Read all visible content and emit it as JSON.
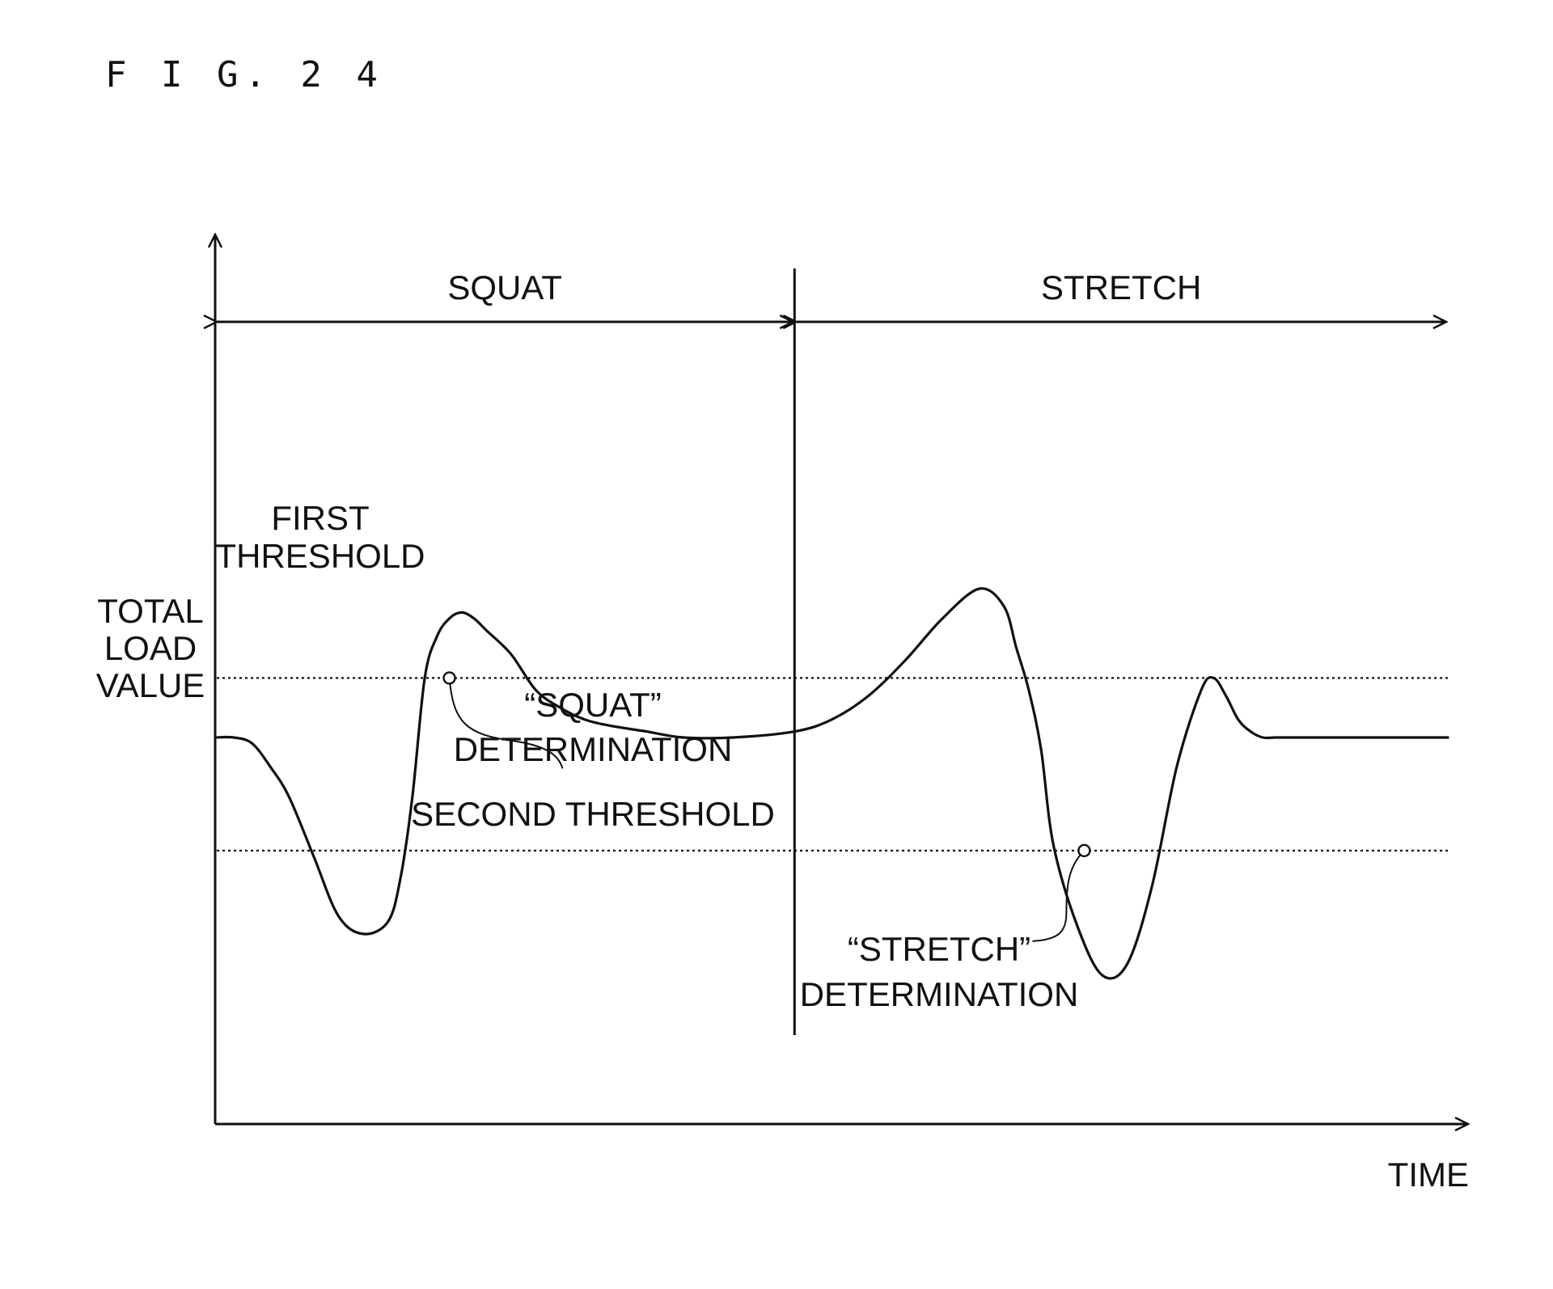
{
  "figure": {
    "label": "F I G. 2 4"
  },
  "chart_data": {
    "type": "line",
    "title": "F I G. 2 4",
    "xlabel": "TIME",
    "ylabel": "TOTAL LOAD VALUE",
    "xlim": [
      0,
      100
    ],
    "ylim": [
      0,
      100
    ],
    "grid": false,
    "legend": "none",
    "phases": [
      {
        "label": "SQUAT",
        "from": 0,
        "to": 47
      },
      {
        "label": "STRETCH",
        "from": 47,
        "to": 100
      }
    ],
    "phase_boundary_x": 47,
    "thresholds": [
      {
        "label": "FIRST THRESHOLD",
        "lines": [
          "FIRST",
          "THRESHOLD"
        ],
        "value": 60
      },
      {
        "label": "SECOND THRESHOLD",
        "lines": [
          "SECOND THRESHOLD"
        ],
        "value": 31
      }
    ],
    "series": [
      {
        "x": [
          0,
          1.5,
          3,
          4.5,
          6,
          8,
          10,
          12,
          14,
          15,
          16,
          17,
          18,
          19,
          20,
          21,
          22,
          24,
          26,
          28,
          30,
          32,
          35,
          38,
          42,
          47,
          50,
          53,
          56,
          59,
          62,
          64,
          65,
          66,
          67,
          68,
          70,
          72,
          74,
          76,
          78,
          80,
          81,
          82,
          83,
          84,
          85,
          86,
          87,
          88,
          90,
          92,
          95,
          98,
          100
        ],
        "y": [
          50,
          50,
          49,
          45,
          40,
          30,
          20,
          17,
          19,
          26,
          40,
          60,
          67,
          70,
          71,
          70,
          68,
          64,
          58,
          55,
          53,
          52,
          51,
          50,
          50,
          51,
          53,
          57,
          63,
          70,
          75,
          72,
          65,
          58,
          48,
          32,
          18,
          10,
          12,
          25,
          45,
          58,
          60,
          57,
          53,
          51,
          50,
          50,
          50,
          50,
          50,
          50,
          50,
          50,
          50
        ]
      }
    ],
    "annotations": [
      {
        "text": [
          "“SQUAT”",
          "DETERMINATION"
        ],
        "x": 19.0,
        "y": 60
      },
      {
        "text": [
          "“STRETCH”",
          "DETERMINATION"
        ],
        "x": 70.5,
        "y": 31
      }
    ]
  }
}
